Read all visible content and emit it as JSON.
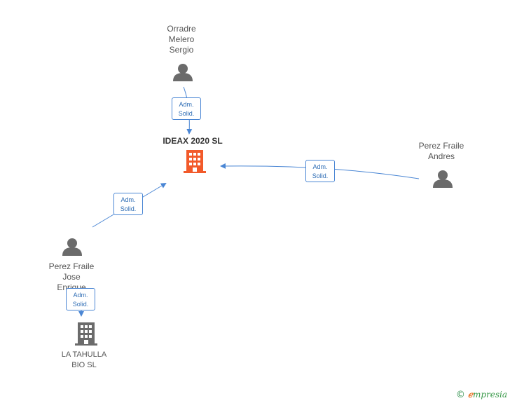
{
  "nodes": {
    "company_main": {
      "label": "IDEAX 2020 SL",
      "color": "#f25a2a"
    },
    "person_orradre": {
      "label": "Orradre\nMelero\nSergio"
    },
    "person_andres": {
      "label": "Perez Fraile\nAndres"
    },
    "person_jose": {
      "label": "Perez Fraile\nJose\nEnrique"
    },
    "company_tahulla": {
      "label": "LA TAHULLA\nBIO  SL",
      "color": "#6b6b6b"
    }
  },
  "relations": {
    "orradre": {
      "line1": "Adm.",
      "line2": "Solid."
    },
    "andres": {
      "line1": "Adm.",
      "line2": "Solid."
    },
    "jose_main": {
      "line1": "Adm.",
      "line2": "Solid."
    },
    "jose_tahulla": {
      "line1": "Adm.",
      "line2": "Solid."
    }
  },
  "colors": {
    "edge": "#4a86d4",
    "person_icon": "#6b6b6b"
  },
  "brand": {
    "copyright": "©",
    "e": "ℯ",
    "name": "mpresia"
  }
}
